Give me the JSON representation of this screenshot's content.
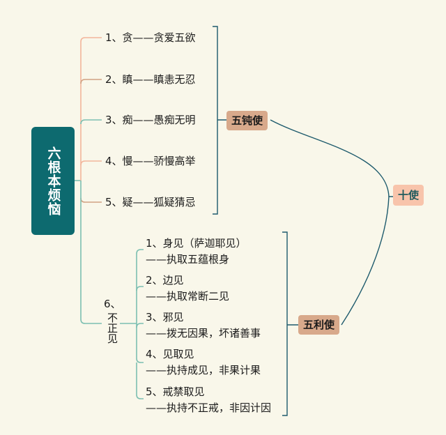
{
  "root": "六根本烦恼",
  "dun_group": {
    "label": "五钝使",
    "items": [
      "1、贪——贪爱五欲",
      "2、瞋——瞋恚无忍",
      "3、痴——愚痴无明",
      "4、慢——骄慢高举",
      "5、疑——狐疑猜忌"
    ]
  },
  "sixth": {
    "number": "6、",
    "word": "不正见"
  },
  "li_group": {
    "label": "五利使",
    "items": [
      {
        "title": "1、身见（萨迦耶见）",
        "desc": "——执取五蕴根身"
      },
      {
        "title": "2、边见",
        "desc": "——执取常断二见"
      },
      {
        "title": "3、邪见",
        "desc": "——拨无因果，坏诸善事"
      },
      {
        "title": "4、见取见",
        "desc": "——执持成见，非果计果"
      },
      {
        "title": "5、戒禁取见",
        "desc": "——执持不正戒，非因计因"
      }
    ]
  },
  "summary": "十使",
  "colors": {
    "background": "#f9f7ea",
    "root_fill": "#0d6a6f",
    "branch_peach": "#f3b59b",
    "branch_tan": "#d1a283",
    "branch_teal": "#7cbfb1",
    "bracket": "#1d5a6c",
    "tag_fill": "#d8a98b",
    "summary_fill": "#f8c4ab"
  }
}
